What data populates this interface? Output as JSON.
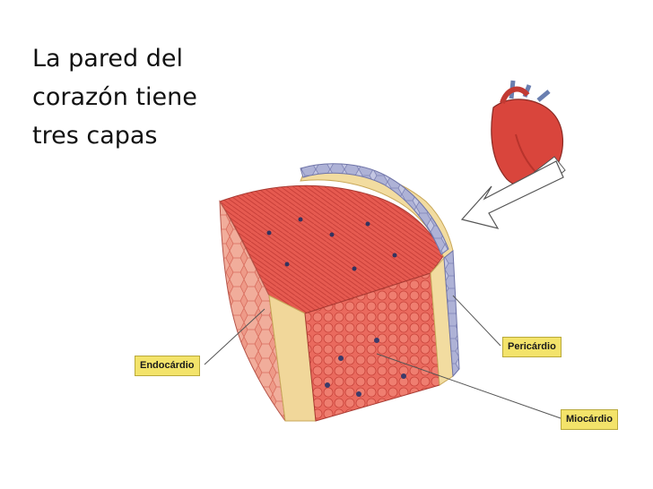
{
  "title_lines": [
    "La pared del",
    "corazón tiene",
    "tres capas"
  ],
  "labels": {
    "endocardio": "Endocárdio",
    "pericardio": "Pericárdio",
    "miocardio": "Miocárdio"
  },
  "colors": {
    "label_bg": "#f3e36a",
    "muscle": "#e2564e",
    "fat_layer": "#f2dca0",
    "pericardium_cells": "#b9bede"
  },
  "icons": [
    "heart-illustration",
    "pointer-arrow"
  ]
}
